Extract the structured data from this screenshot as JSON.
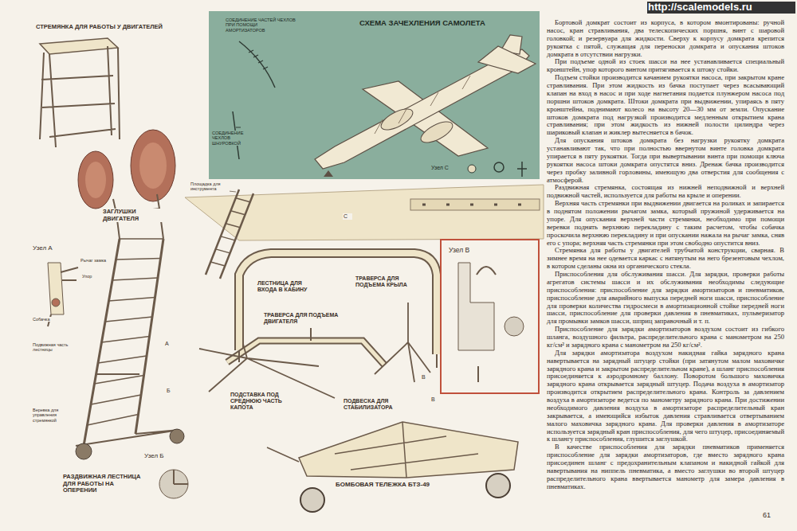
{
  "diagram": {
    "nodes": [
      {
        "text": [
          "СХЕМА ЗАЧЕХЛЕНИЯ САМОЛЕТА",
          "СОЕДИНЕНИЕ ЧАСТЕЙ ЧЕХЛОВ ПРИ ПОМОЩИ АМОРТИЗАТОРОВ",
          "СОЕДИНЕНИЕ ЧЕХЛОВ ШНУРОВКОЙ"
        ]
      },
      {
        "text": [
          "Узел В"
        ]
      }
    ],
    "labels": [
      "http://scalemodels.ru",
      "СТРЕМЯНКА ДЛЯ РАБОТЫ У ДВИГАТЕЛЕЙ",
      "ЗАГЛУШКИ ДВИГАТЕЛЯ",
      "Узел А",
      "Рычаг замка",
      "Упор",
      "Собачка",
      "Подвижная часть лестницы",
      "Веревка для управления стремянкой",
      "А",
      "Б",
      "Узел Б",
      "РАЗДВИЖНАЯ ЛЕСТНИЦА ДЛЯ РАБОТЫ НА ОПЕРЕНИИ",
      "Площадка для инструмента",
      "ЛЕСТНИЦА ДЛЯ ВХОДА В КАБИНУ",
      "С",
      "Узел С",
      "ТРАВЕРСА ДЛЯ ПОДЪЕМА КРЫЛА",
      "ТРАВЕРСА ДЛЯ ПОДЪЕМА ДВИГАТЕЛЯ",
      "ПОДСТАВКА ПОД СРЕДНЮЮ ЧАСТЬ КАПОТА",
      "ПОДВЕСКА ДЛЯ СТАБИЛИЗАТОРА",
      "В",
      "В",
      "БОМБОВАЯ ТЕЛЕЖКА БТЗ-49",
      "61",
      "Бортовой домкрат состоит из корпуса, в котором вмонтированы: ручной насос, кран стравливания, два телескопических поршня, винт с шаровой головкой; и резервуара для жидкости. Сверху к корпусу домкрата крепится рукоятка с пятой, служащая для переноски домкрата и опускания штоков домкрата в отсутствии нагрузки.",
      "При подъеме одной из стоек шасси на нее устанавливается специальный кронштейн, упор которого винтом притягивается к штоку стойки.",
      "Подъем стойки производится качанием рукоятки насоса, при закрытом кране стравливания. При этом жидкость из бачка поступает через всасывающий клапан на вход в насос и при ходе нагнетания подается плунжером насоса под поршни штоков домкрата. Штоки домкрата при выдвижении, упираясь в пяту кронштейна, поднимают колесо на высоту 20—30 мм от земли. Опускание штоков домкрата под нагрузкой производится медленным открытием крана стравливания; при этом жидкость из нижней полости цилиндра через шариковый клапан и жиклер вытесняется в бачок.",
      "Для опускания штоков домкрата без нагрузки рукоятку домкрата устанавливают так, что при полностью ввернутом винте головка домкрата упирается в пяту рукоятки. Тогда при вывертывании винта при помощи ключа рукоятки насоса штоки домкрата опустятся вниз. Дренаж бачка производится через пробку заливной горловины, имеющую два отверстия для сообщения с атмосферой.",
      "Раздвижная стремянка, состоящая из нижней неподвижной и верхней подвижной частей, используется для работы на крыле и оперении.",
      "Верхняя часть стремянки при выдвижении двигается на роликах и запирается в поднятом положении рычагом замка, который пружиной удерживается на упоре. Для опускания верхней части стремянки, необходимо при помощи веревки поднять верхнюю перекладину с таким расчетом, чтобы собачка проскочила верхнюю перекладину и при опускании нажала на рычаг замка, сняв его с упора; верхняя часть стремянки при этом свободно опустится вниз.",
      "Стремянка для работы у двигателей трубчатой конструкции, сварная. В зимнее время на нее одевается каркас с натянутым на него брезентовым чехлом, в котором сделаны окна из органического стекла.",
      "Приспособления для обслуживания шасси. Для зарядки, проверки работы агрегатов системы шасси и их обслуживания необходимы следующие приспособления: приспособление для зарядки амортизаторов и пневматиков, приспособление для аварийного выпуска передней ноги шасси, приспособление для проверки количества гидросмеси в амортизационной стойке передней ноги шасси, приспособление для проверки давления в пневматиках, пульверизатор для промывки замков шасси, шприц заправочный и т. п.",
      "Приспособление для зарядки амортизаторов воздухом состоит из гибкого шланга, воздушного фильтра, распределительного крана с манометром на 250 кг/см² и зарядного крана с манометром на 250 кг/см².",
      "Для зарядки амортизатора воздухом накидная гайка зарядного крана навертывается на зарядный штуцер стойки (при затянутом малом маховичке зарядного крана и закрытом распределительном кране), а шланг приспособления присоединяется к аэродромному баллону. Поворотом большого маховичка зарядного крана открывается зарядный штуцер. Подача воздуха в амортизатор производится открытием распределительного крана. Контроль за давлением воздуха в амортизаторе ведется по манометру зарядного крана. При достижении необходимого давления воздуха в амортизаторе распределительный кран закрывается, а имеющийся избыток давления стравливается отвертыванием малого маховичка зарядного крана. Для проверки давления в амортизаторе используется зарядный кран приспособления, для чего штуцер, присоединяемый к шлангу приспособления, глушится заглушкой.",
      "В качестве приспособления для зарядки пневматиков применяется приспособление для зарядки амортизаторов, где вместо зарядного крана присоединен шланг с предохранительным клапаном и накидной гайкой для навертывания на ниппель пневматика, а вместо заглушки во второй штуцер распределительного крана ввертывается манометр для замера давления в пневматиках."
    ]
  }
}
